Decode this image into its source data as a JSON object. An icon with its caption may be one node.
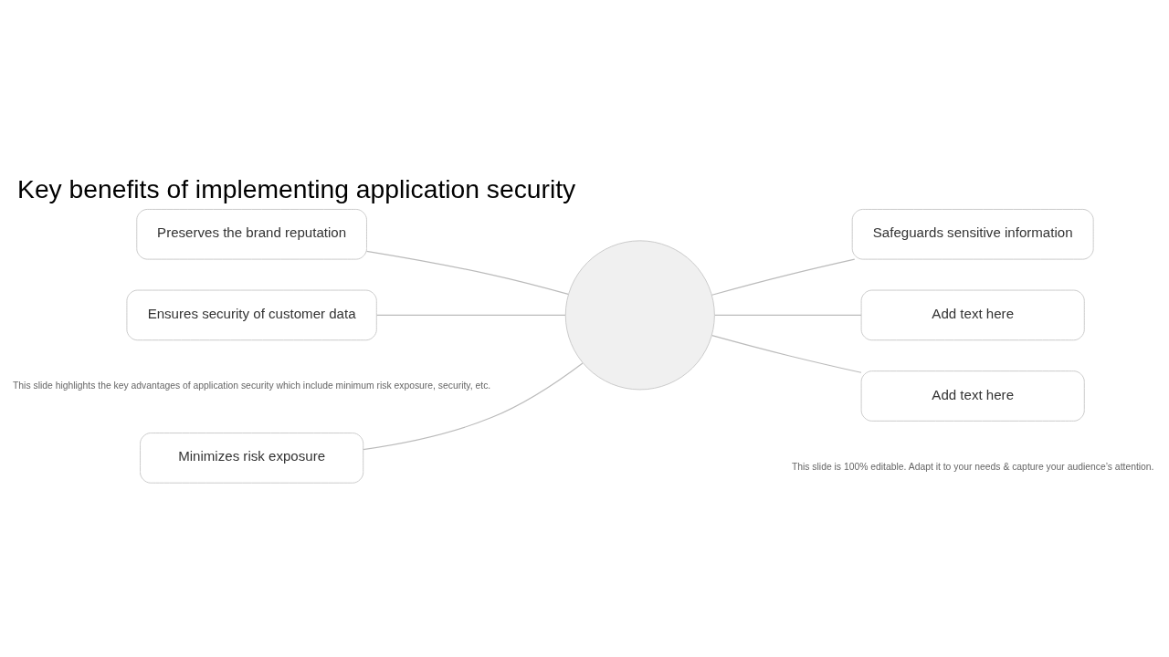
{
  "diagram": {
    "title": "Key benefits of implementing application security",
    "nodes": [
      {
        "text": [
          "Minimizes risk exposure"
        ]
      },
      {
        "text": [
          "Preserves the brand reputation"
        ]
      },
      {
        "text": [
          "Ensures security of customer data"
        ]
      },
      {
        "text": [],
        "shape": "circle"
      },
      {
        "text": [
          "Safeguards sensitive information"
        ]
      },
      {
        "text": [
          "Add text here"
        ]
      },
      {
        "text": [
          "Add text here"
        ]
      }
    ],
    "edges": [
      {
        "from": 0,
        "to": 3,
        "arrow": "none"
      },
      {
        "from": 1,
        "to": 3,
        "arrow": "none"
      },
      {
        "from": 2,
        "to": 3,
        "arrow": "none"
      },
      {
        "from": 3,
        "to": 4,
        "arrow": "none"
      },
      {
        "from": 3,
        "to": 5,
        "arrow": "none"
      },
      {
        "from": 3,
        "to": 6,
        "arrow": "none"
      }
    ],
    "labels": [
      "This slide highlights the key advantages of application security which include minimum risk exposure, security, etc.",
      "This slide is 100% editable. Adapt it to your needs & capture your audience’s attention."
    ]
  }
}
